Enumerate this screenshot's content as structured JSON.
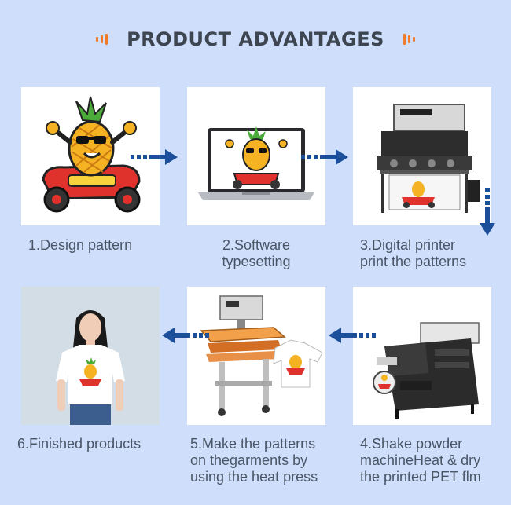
{
  "header": {
    "title": "PRODUCT ADVANTAGES"
  },
  "steps": [
    {
      "caption_l1": "1.Design pattern",
      "caption_l2": "",
      "caption_l3": ""
    },
    {
      "caption_l1": "2.Software",
      "caption_l2": "typesetting",
      "caption_l3": ""
    },
    {
      "caption_l1": "3.Digital printer",
      "caption_l2": "print the patterns",
      "caption_l3": ""
    },
    {
      "caption_l1": "4.Shake powder",
      "caption_l2": "machineHeat & dry",
      "caption_l3": "the printed PET flm"
    },
    {
      "caption_l1": "5.Make the patterns",
      "caption_l2": "on thegarments by",
      "caption_l3": "using the heat press"
    },
    {
      "caption_l1": "6.Finished products",
      "caption_l2": "",
      "caption_l3": ""
    }
  ],
  "colors": {
    "background": "#cfdffb",
    "accent": "#f07c2a",
    "arrow": "#1b4f9c",
    "title": "#3d4550"
  },
  "icons": [
    "pineapple-gokart-illustration",
    "laptop-icon",
    "dtf-printer-icon",
    "shaker-dryer-machine-icon",
    "heat-press-machine-icon",
    "model-in-tshirt-photo",
    "arrow-right-icon",
    "arrow-down-icon",
    "arrow-left-icon"
  ]
}
